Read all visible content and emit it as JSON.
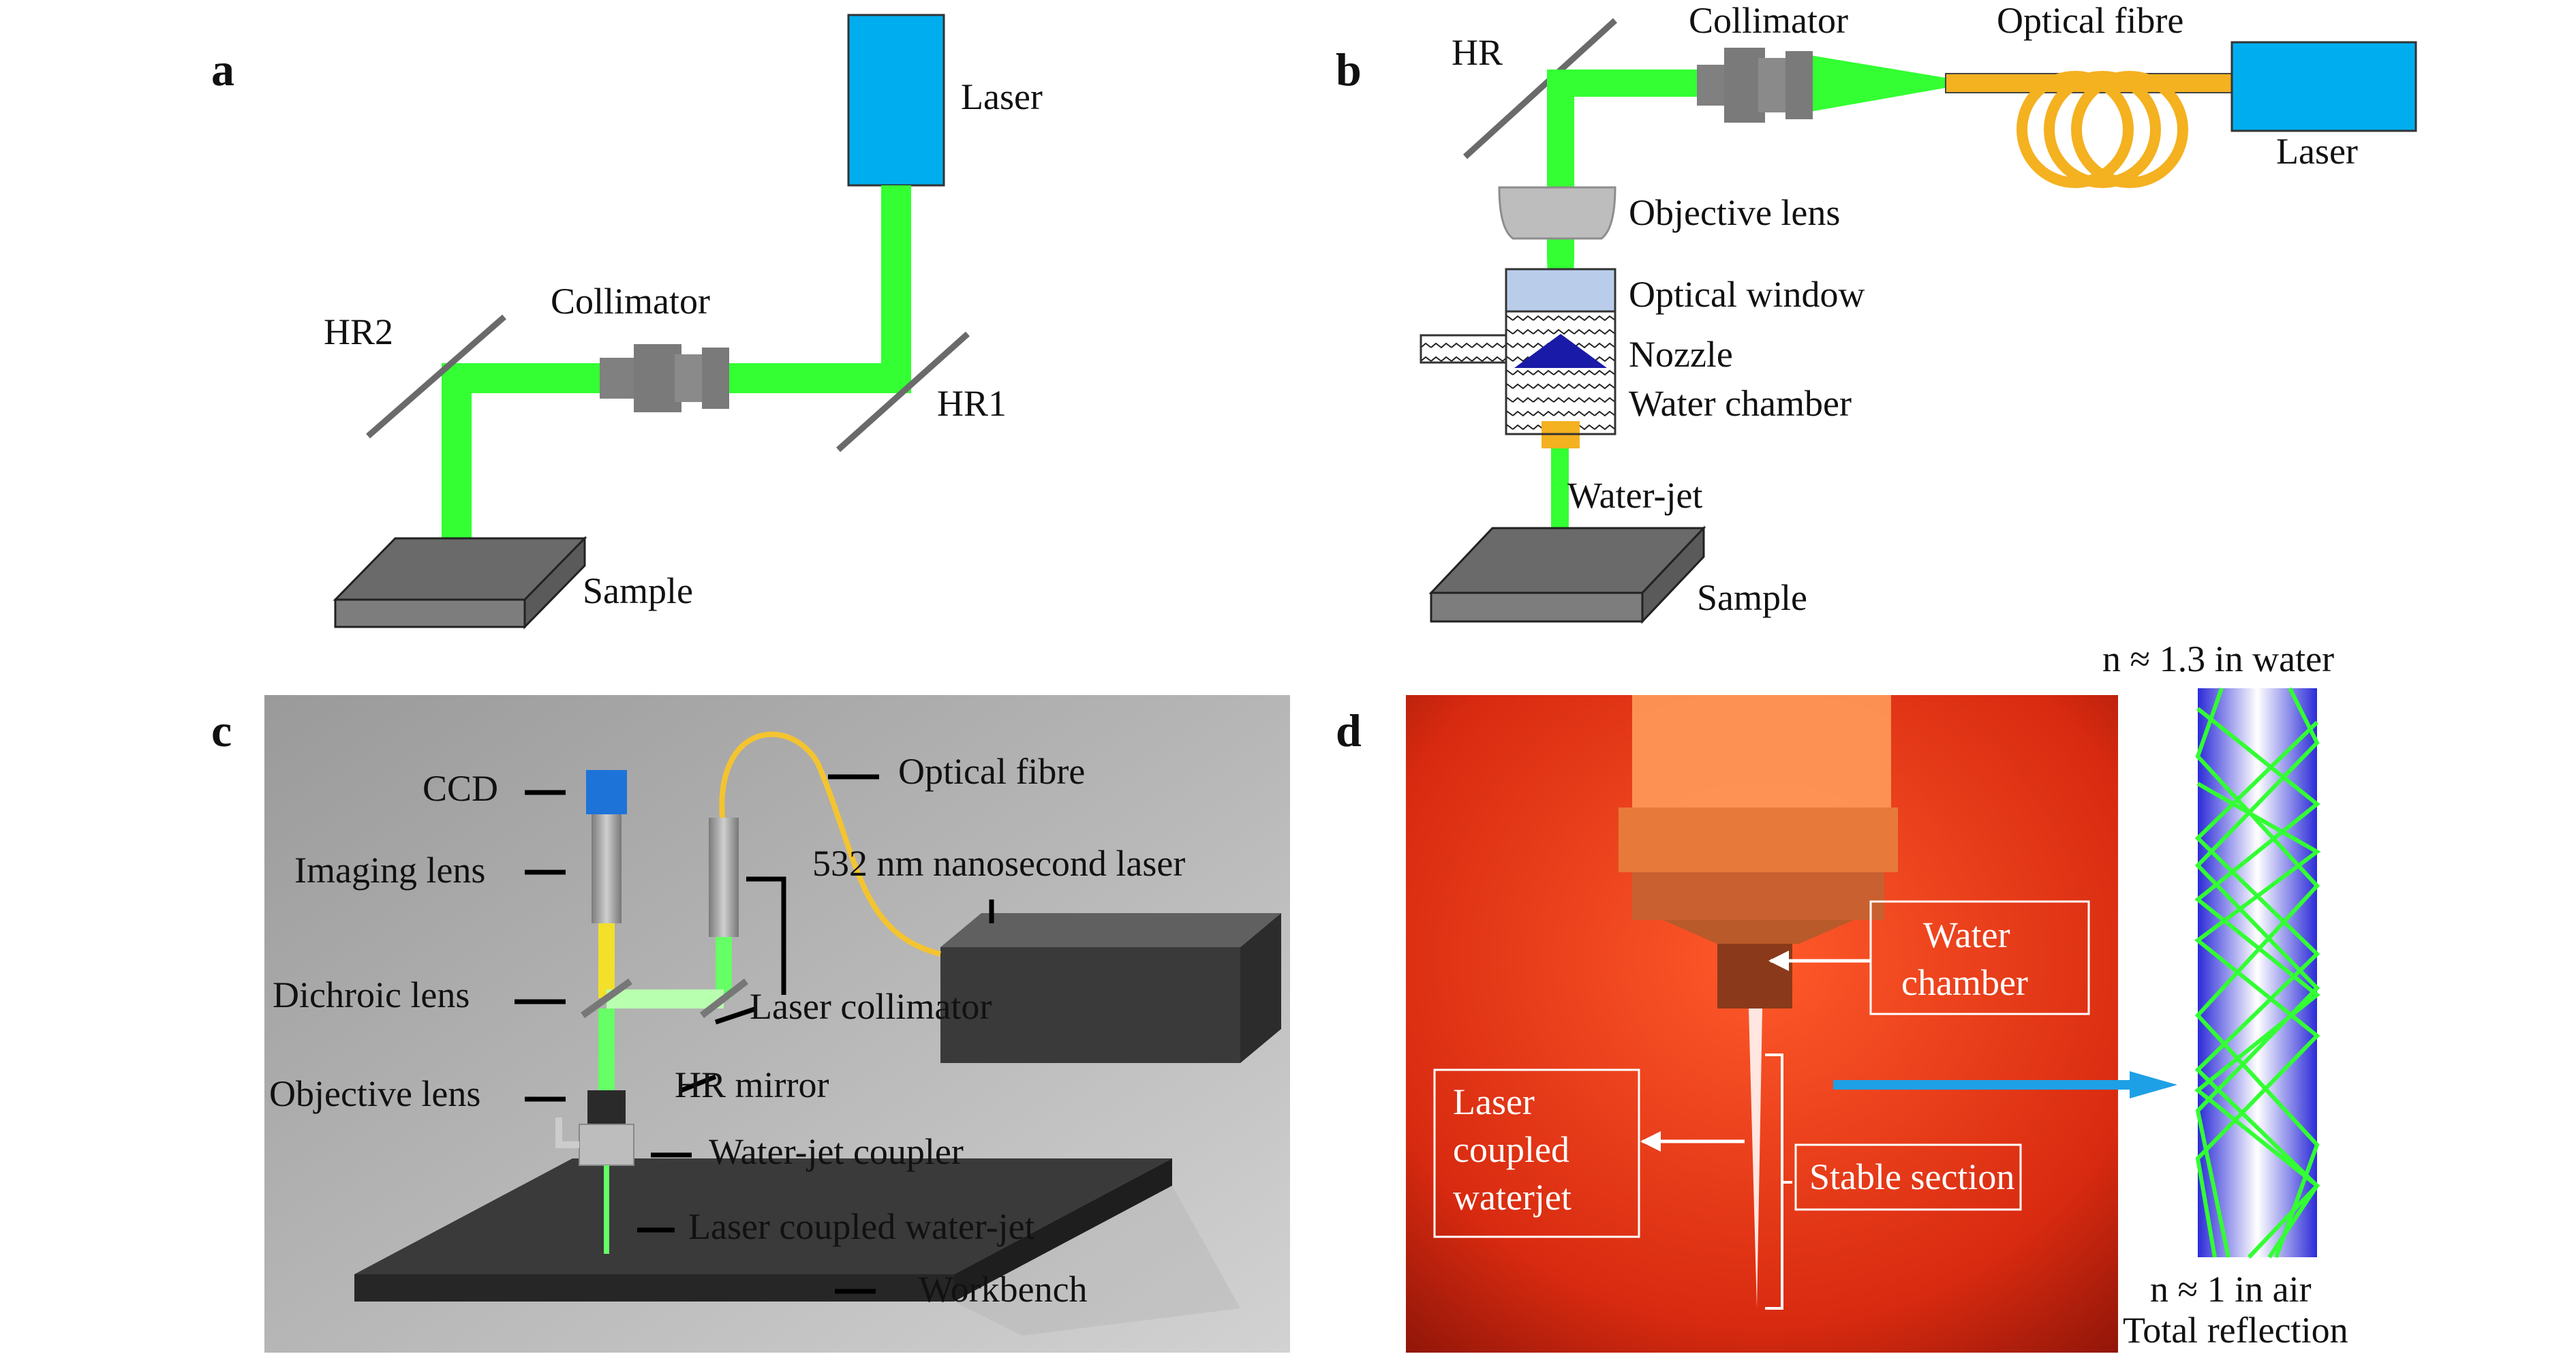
{
  "panel_a": {
    "letter": "a",
    "labels": {
      "laser": "Laser",
      "collimator": "Collimator",
      "hr2": "HR2",
      "hr1": "HR1",
      "sample": "Sample"
    }
  },
  "panel_b": {
    "letter": "b",
    "labels": {
      "hr": "HR",
      "collimator": "Collimator",
      "optical_fibre": "Optical fibre",
      "laser": "Laser",
      "objective_lens": "Objective lens",
      "optical_window": "Optical window",
      "nozzle": "Nozzle",
      "water_chamber": "Water chamber",
      "water_jet": "Water-jet",
      "sample": "Sample"
    }
  },
  "panel_c": {
    "letter": "c",
    "labels": {
      "ccd": "CCD",
      "imaging_lens": "Imaging lens",
      "optical_fibre": "Optical fibre",
      "laser": "532 nm nanosecond laser",
      "dichroic_lens": "Dichroic lens",
      "laser_collimator": "Laser collimator",
      "hr_mirror": "HR mirror",
      "objective_lens": "Objective lens",
      "water_jet_coupler": "Water-jet coupler",
      "laser_coupled_water_jet": "Laser coupled water-jet",
      "workbench": "Workbench"
    }
  },
  "panel_d": {
    "letter": "d",
    "labels": {
      "water_chamber_1": "Water",
      "water_chamber_2": "chamber",
      "laser_coupled_1": "Laser",
      "laser_coupled_2": "coupled",
      "laser_coupled_3": "waterjet",
      "stable_section": "Stable section",
      "n_water": "n ≈ 1.3 in water",
      "n_air": "n ≈ 1 in air",
      "total_reflection": "Total reflection"
    }
  },
  "colors": {
    "beam": "#33ff33",
    "laser_box": "#00aeef",
    "fibre": "#f4b120",
    "nozzle": "#1a1aa8",
    "arrow": "#1ea0e6"
  }
}
